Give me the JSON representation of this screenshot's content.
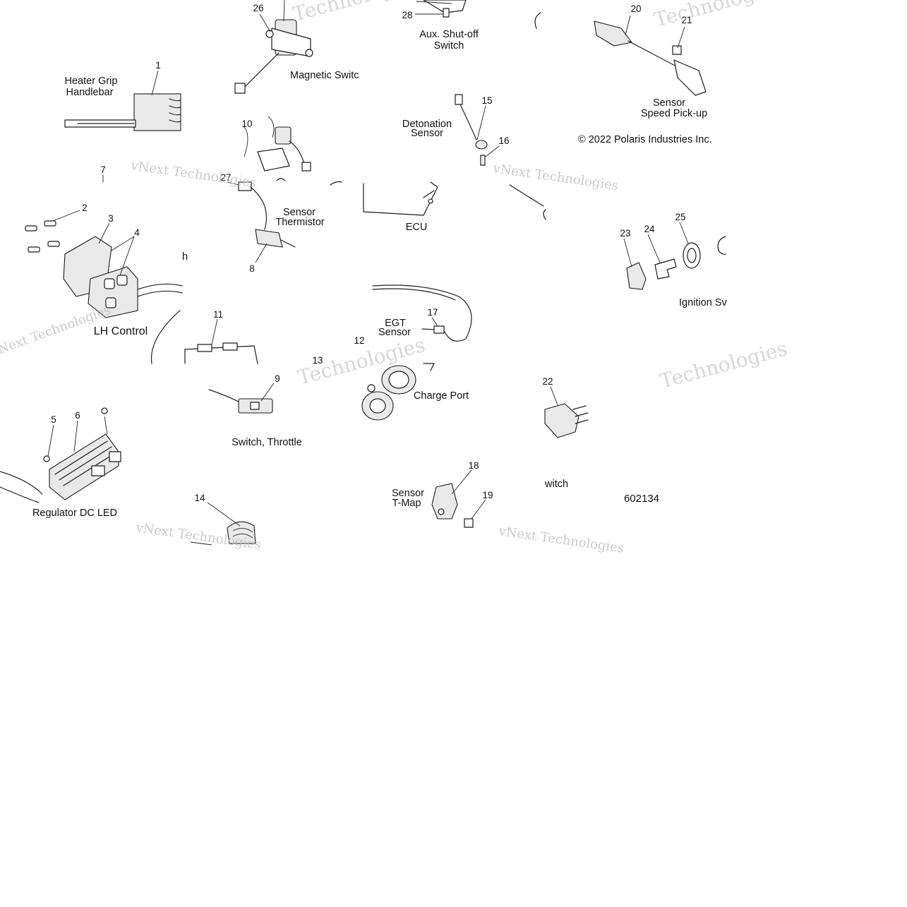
{
  "figure_id": "602134",
  "copyright": "© 2022 Polaris Industries Inc.",
  "watermarks": [
    "Technologies",
    "vNext Technologies"
  ],
  "callouts": [
    "1",
    "2",
    "3",
    "4",
    "5",
    "6",
    "7",
    "8",
    "9",
    "10",
    "11",
    "12",
    "13",
    "14",
    "15",
    "16",
    "17",
    "18",
    "19",
    "20",
    "21",
    "22",
    "23",
    "24",
    "25",
    "26",
    "27",
    "28"
  ],
  "labels": {
    "heater_grip": [
      "Heater Grip",
      "Handlebar"
    ],
    "magnetic_switch": "Magnetic Switc",
    "aux_shutoff": [
      "Aux. Shut-off",
      "Switch"
    ],
    "sensor_speed": [
      "Sensor",
      "Speed Pick-up"
    ],
    "detonation_sensor": [
      "Detonation",
      "Sensor"
    ],
    "sensor_thermistor": [
      "Sensor",
      "Thermistor"
    ],
    "ecu": "ECU",
    "lh_control": "LH Control",
    "egt_sensor": [
      "EGT",
      "Sensor"
    ],
    "ignition_switch": "Ignition Sv",
    "charge_port": "Charge Port",
    "switch_throttle": "Switch, Throttle",
    "regulator": "Regulator DC LED",
    "sensor_tmap": [
      "Sensor",
      "T-Map"
    ],
    "switch_partial": "witch",
    "h_partial": "h"
  }
}
